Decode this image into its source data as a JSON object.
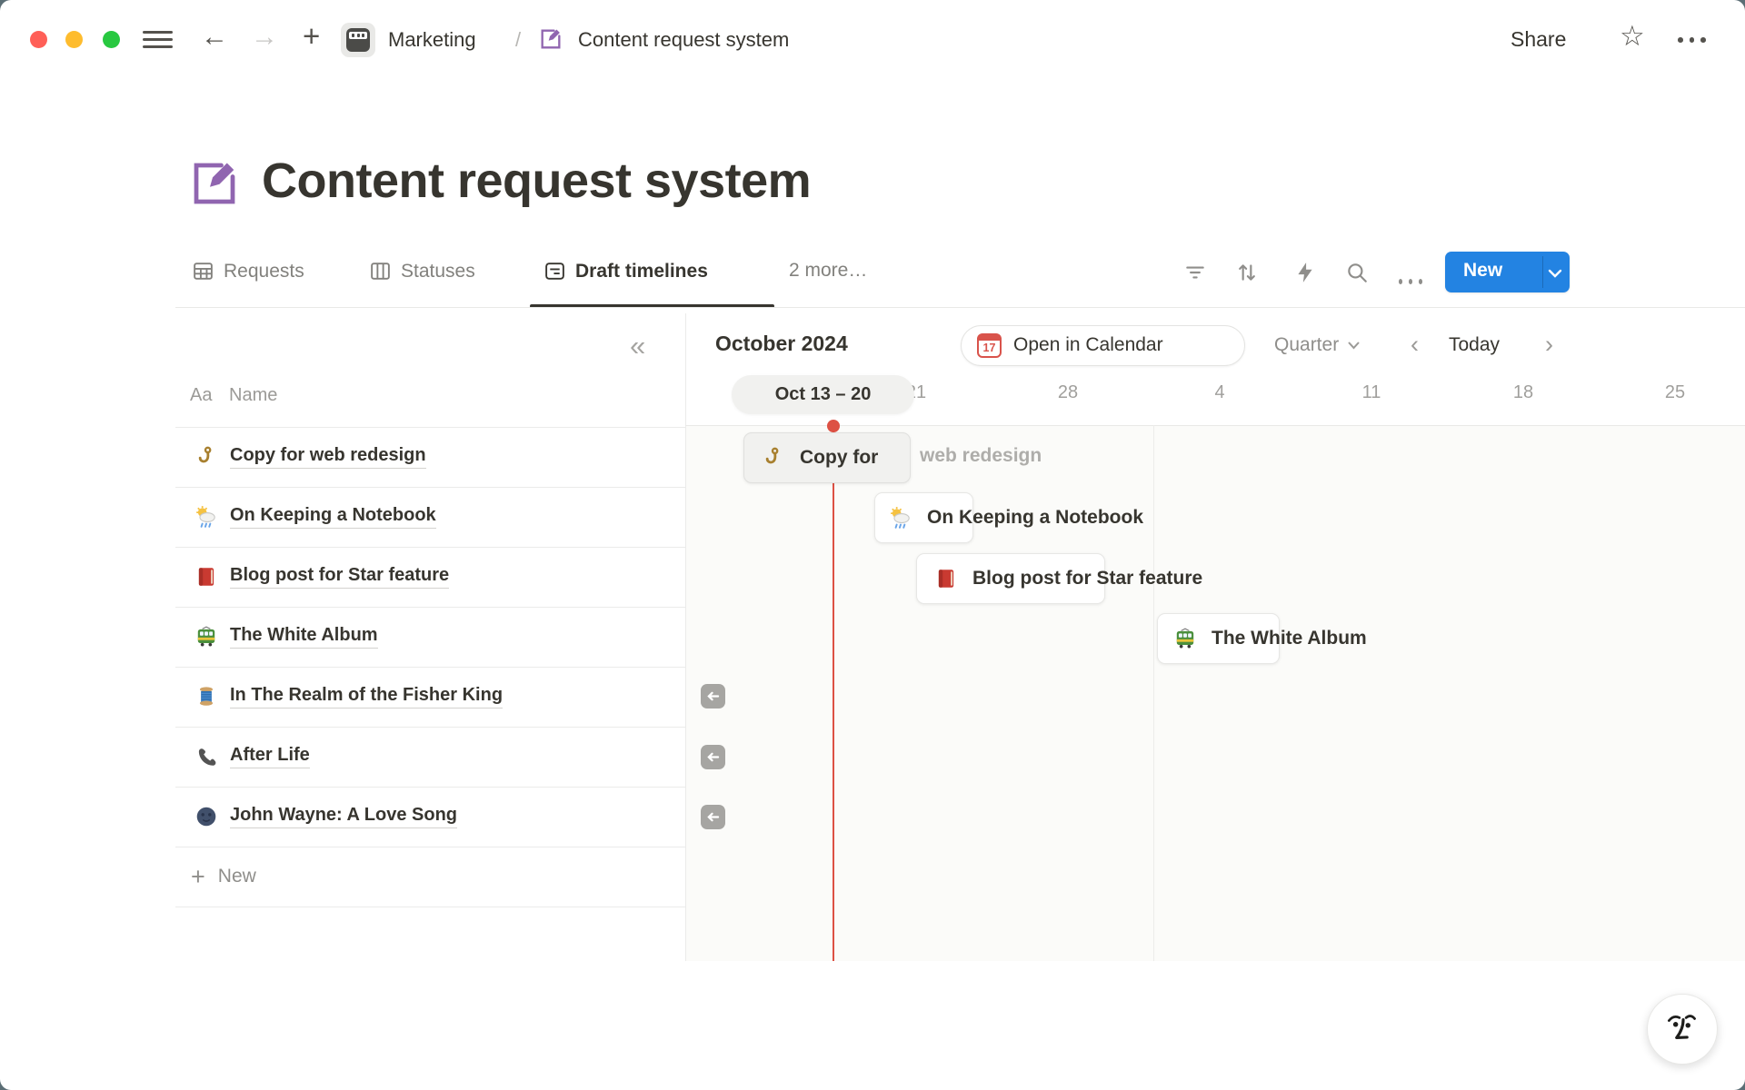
{
  "topbar": {
    "breadcrumb": {
      "workspace": "Marketing",
      "separator": "/",
      "page": "Content request system"
    },
    "share": "Share"
  },
  "icons": {
    "collapse": "«",
    "prev": "‹",
    "next": "›",
    "star": "☆",
    "plus": "+",
    "slash": "/",
    "row_icons": [
      "hook",
      "sun-rain-cloud",
      "red-book",
      "tram",
      "thread-spool",
      "telephone",
      "new-moon-face"
    ]
  },
  "page": {
    "title": "Content request system"
  },
  "tabs": [
    {
      "label": "Requests",
      "active": false
    },
    {
      "label": "Statuses",
      "active": false
    },
    {
      "label": "Draft timelines",
      "active": true
    },
    {
      "label": "2 more…",
      "active": false
    }
  ],
  "toolbar": {
    "new": "New"
  },
  "table": {
    "header_type": "Aa",
    "header_name": "Name",
    "new_label": "New",
    "rows": [
      {
        "icon": "hook",
        "title": "Copy for web redesign"
      },
      {
        "icon": "sun-rain-cloud",
        "title": "On Keeping a Notebook"
      },
      {
        "icon": "red-book",
        "title": "Blog post for Star feature"
      },
      {
        "icon": "tram",
        "title": "The White Album"
      },
      {
        "icon": "thread-spool",
        "title": "In The Realm of the Fisher King"
      },
      {
        "icon": "telephone",
        "title": "After Life"
      },
      {
        "icon": "new-moon-face",
        "title": "John Wayne: A Love Song"
      }
    ]
  },
  "timeline": {
    "month": "October 2024",
    "open_in_calendar": "Open in Calendar",
    "calendar_day": "17",
    "zoom": "Quarter",
    "today": "Today",
    "range_pill": "Oct 13 – 20",
    "dates": [
      "21",
      "28",
      "4",
      "11",
      "18",
      "25"
    ],
    "today_color": "#dd5144",
    "accent_blue": "#2383e2",
    "accent_purple": "#9065b0"
  },
  "cards": {
    "copy_inside": "Copy for",
    "copy_overflow": "web redesign",
    "notebook": "On Keeping a Notebook",
    "blog": "Blog post for Star feature",
    "album": "The White Album"
  }
}
